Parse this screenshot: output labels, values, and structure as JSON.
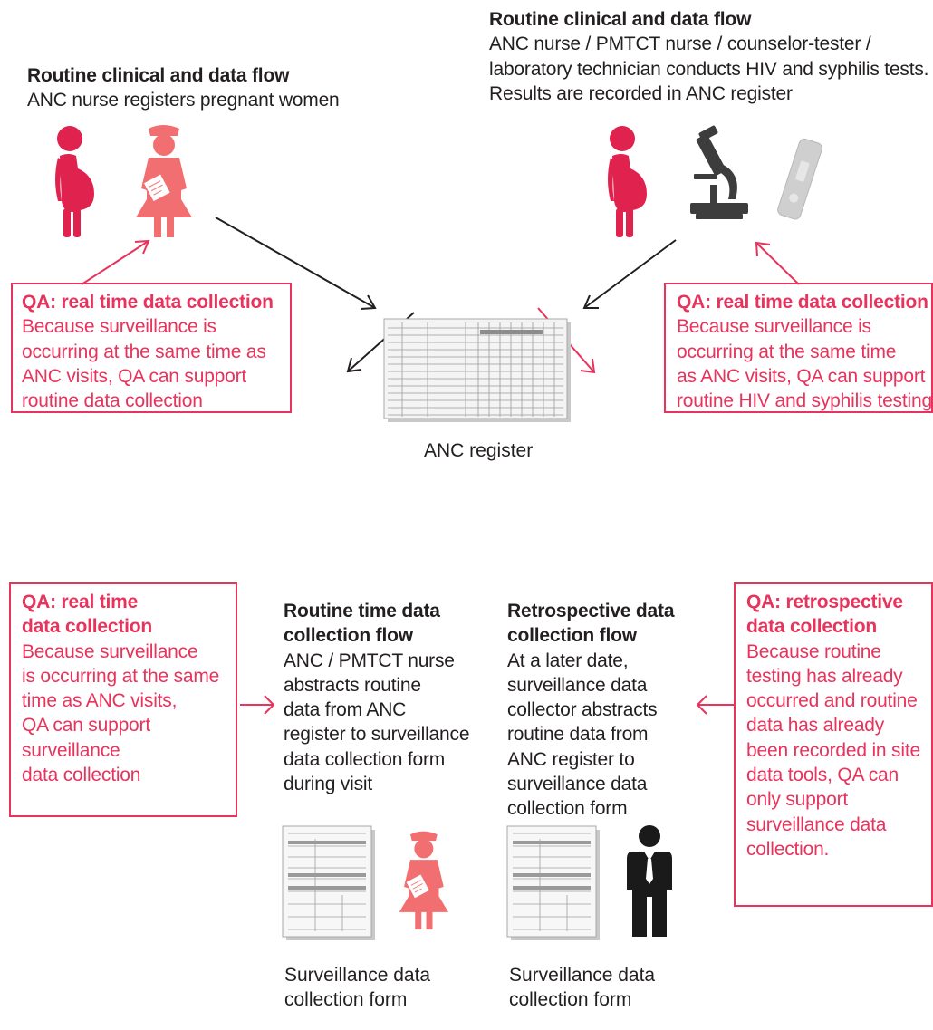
{
  "flows": {
    "top_left": {
      "title": "Routine clinical and data flow",
      "body": "ANC nurse registers pregnant women"
    },
    "top_right": {
      "title": "Routine clinical and data flow",
      "line1": "ANC nurse / PMTCT nurse / counselor-tester /",
      "line2": "laboratory technician conducts HIV and syphilis tests.",
      "line3": "Results are recorded in ANC register"
    },
    "routine": {
      "title_line1": "Routine time data",
      "title_line2": "collection flow",
      "lines": [
        "ANC / PMTCT nurse",
        "abstracts routine",
        "data from ANC",
        "register to surveillance",
        "data collection form",
        "during visit"
      ]
    },
    "retro": {
      "title_line1": "Retrospective data",
      "title_line2": "collection flow",
      "lines": [
        "At a later date,",
        "surveillance data",
        "collector abstracts",
        "routine data from",
        "ANC register to",
        "surveillance data",
        "collection form"
      ]
    }
  },
  "qa": {
    "left_upper": {
      "title": "QA: real time data collection",
      "lines": [
        "Because surveillance is",
        "occurring at the same time as",
        "ANC visits, QA can support",
        "routine data collection"
      ]
    },
    "right_upper": {
      "title": "QA: real time data collection",
      "lines": [
        "Because surveillance is",
        "occurring at the same time",
        "as ANC visits, QA can support",
        "routine HIV and syphilis testing"
      ]
    },
    "left_lower": {
      "title_line1": "QA: real time",
      "title_line2": "data collection",
      "lines": [
        "Because surveillance",
        "is occurring at the same",
        "time as ANC visits,",
        "QA can support",
        "surveillance",
        "data collection"
      ]
    },
    "right_lower": {
      "title_line1": "QA: retrospective",
      "title_line2": "data collection",
      "lines": [
        "Because routine",
        "testing has already",
        "occurred and routine",
        "data has already",
        "been recorded in site",
        "data tools, QA can",
        "only support",
        "surveillance data",
        "collection."
      ]
    }
  },
  "captions": {
    "anc_register": "ANC register",
    "form_left_line1": "Surveillance data",
    "form_left_line2": "collection form",
    "form_right_line1": "Surveillance data",
    "form_right_line2": "collection form"
  },
  "colors": {
    "accent_red": "#e8335c",
    "pregnant_woman": "#e0224f",
    "nurse": "#f26f71",
    "text": "#231f20",
    "microscope": "#3d3d3d",
    "arrow_black": "#231f20"
  },
  "icons": [
    "pregnant-woman-icon",
    "nurse-icon",
    "microscope-icon",
    "test-strip-icon",
    "register-document-icon",
    "form-document-icon",
    "data-collector-icon"
  ]
}
